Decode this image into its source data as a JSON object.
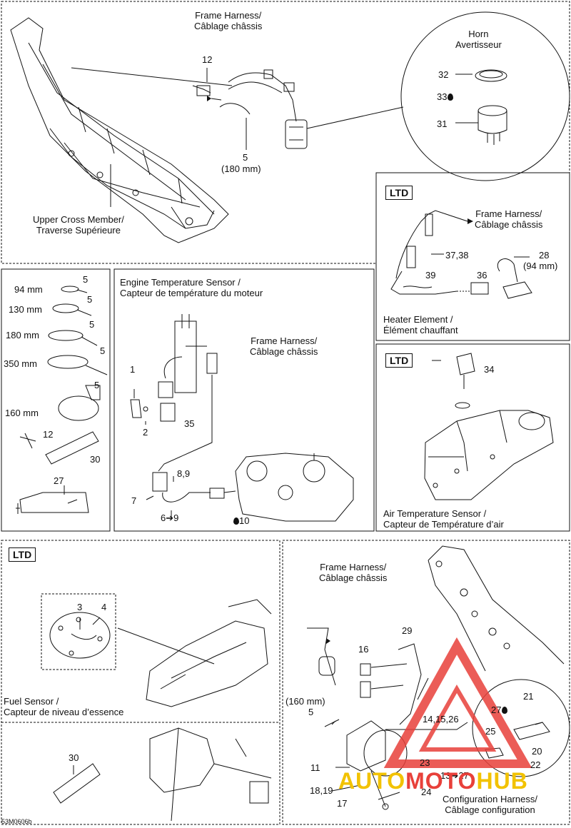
{
  "colors": {
    "line": "#111111",
    "watermark_red": "#e8403a",
    "watermark_yellow": "#f2c200"
  },
  "top": {
    "frame_harness": [
      "Frame Harness/",
      "Câblage châssis"
    ],
    "horn": [
      "Horn",
      "Avertisseur"
    ],
    "upper_cross": [
      "Upper Cross Member/",
      "Traverse Supérieure"
    ],
    "p12": "12",
    "p5": "5",
    "p5_len": "(180 mm)",
    "p32": "32",
    "p33": "33",
    "p31": "31"
  },
  "heater": {
    "badge": "LTD",
    "frame_harness": [
      "Frame Harness/",
      "Câblage châssis"
    ],
    "p3738": "37,38",
    "p39": "39",
    "p36": "36",
    "p28": "28",
    "p28_len": "(94 mm)",
    "caption": [
      "Heater Element /",
      "Élément chauffant"
    ]
  },
  "air": {
    "badge": "LTD",
    "p34": "34",
    "caption": [
      "Air Temperature Sensor /",
      "Capteur de Température d’air"
    ]
  },
  "ties": {
    "rows": [
      {
        "len": "94 mm",
        "part": "5"
      },
      {
        "len": "130 mm",
        "part": "5"
      },
      {
        "len": "180 mm",
        "part": "5"
      },
      {
        "len": "350 mm",
        "part": "5"
      },
      {
        "len": "160 mm",
        "part": "5"
      }
    ],
    "p12": "12",
    "p30": "30",
    "p27": "27"
  },
  "engine": {
    "title": [
      "Engine Temperature Sensor /",
      "Capteur de température du moteur"
    ],
    "frame_harness": [
      "Frame Harness/",
      "Câblage châssis"
    ],
    "p1": "1",
    "p2": "2",
    "p35": "35",
    "p89": "8,9",
    "p7": "7",
    "p69": "6➔9",
    "p10": "10"
  },
  "fuel": {
    "badge": "LTD",
    "p3": "3",
    "p4": "4",
    "caption": [
      "Fuel Sensor /",
      "Capteur de niveau d’essence"
    ]
  },
  "bottom": {
    "p30": "30"
  },
  "config": {
    "frame_harness": [
      "Frame Harness/",
      "Câblage châssis"
    ],
    "p29": "29",
    "p16": "16",
    "p160": "(160 mm)",
    "p5": "5",
    "p141526": "14,15,26",
    "p21": "21",
    "p27": "27",
    "p25": "25",
    "p20": "20",
    "p22": "22",
    "p11": "11",
    "p23": "23",
    "p1327": "13➔27",
    "p1819": "18,19",
    "p17": "17",
    "p24": "24",
    "caption": [
      "Configuration Harness/",
      "Câblage configuration"
    ]
  },
  "watermark": {
    "part1": "AUTO",
    "part2": "MOTO",
    "part3": "HUB"
  },
  "diagram_code": "53M0606b"
}
